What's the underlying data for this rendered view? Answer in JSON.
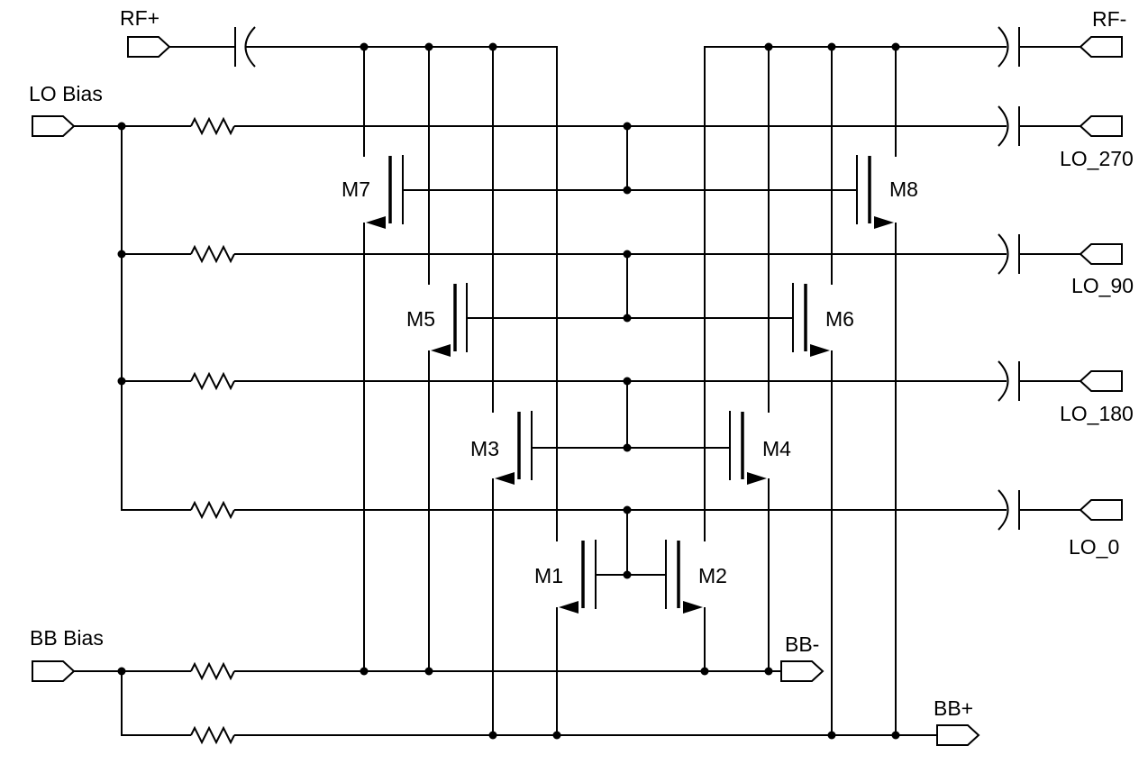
{
  "schematic": {
    "kind": "circuit-schematic",
    "colors": {
      "wire": "#000000",
      "background": "#ffffff"
    }
  },
  "ports": [
    {
      "id": "rf-plus",
      "label": "RF+"
    },
    {
      "id": "rf-minus",
      "label": "RF-"
    },
    {
      "id": "lo-bias",
      "label": "LO Bias"
    },
    {
      "id": "lo-270",
      "label": "LO_270"
    },
    {
      "id": "lo-90",
      "label": "LO_90"
    },
    {
      "id": "lo-180",
      "label": "LO_180"
    },
    {
      "id": "lo-0",
      "label": "LO_0"
    },
    {
      "id": "bb-bias",
      "label": "BB Bias"
    },
    {
      "id": "bb-minus",
      "label": "BB-"
    },
    {
      "id": "bb-plus",
      "label": "BB+"
    }
  ],
  "transistors": [
    {
      "name": "M1",
      "gate": "LO_0",
      "drain": "RF+",
      "source": "BB+"
    },
    {
      "name": "M2",
      "gate": "LO_0",
      "drain": "RF-",
      "source": "BB-"
    },
    {
      "name": "M3",
      "gate": "LO_180",
      "drain": "RF+",
      "source": "BB+"
    },
    {
      "name": "M4",
      "gate": "LO_180",
      "drain": "RF-",
      "source": "BB-"
    },
    {
      "name": "M5",
      "gate": "LO_90",
      "drain": "RF+",
      "source": "BB-"
    },
    {
      "name": "M6",
      "gate": "LO_90",
      "drain": "RF-",
      "source": "BB+"
    },
    {
      "name": "M7",
      "gate": "LO_270",
      "drain": "RF+",
      "source": "BB-"
    },
    {
      "name": "M8",
      "gate": "LO_270",
      "drain": "RF-",
      "source": "BB+"
    }
  ],
  "passives": {
    "lo_bias_resistors": 4,
    "bb_bias_resistors": 2,
    "coupling_capacitors": 6
  }
}
